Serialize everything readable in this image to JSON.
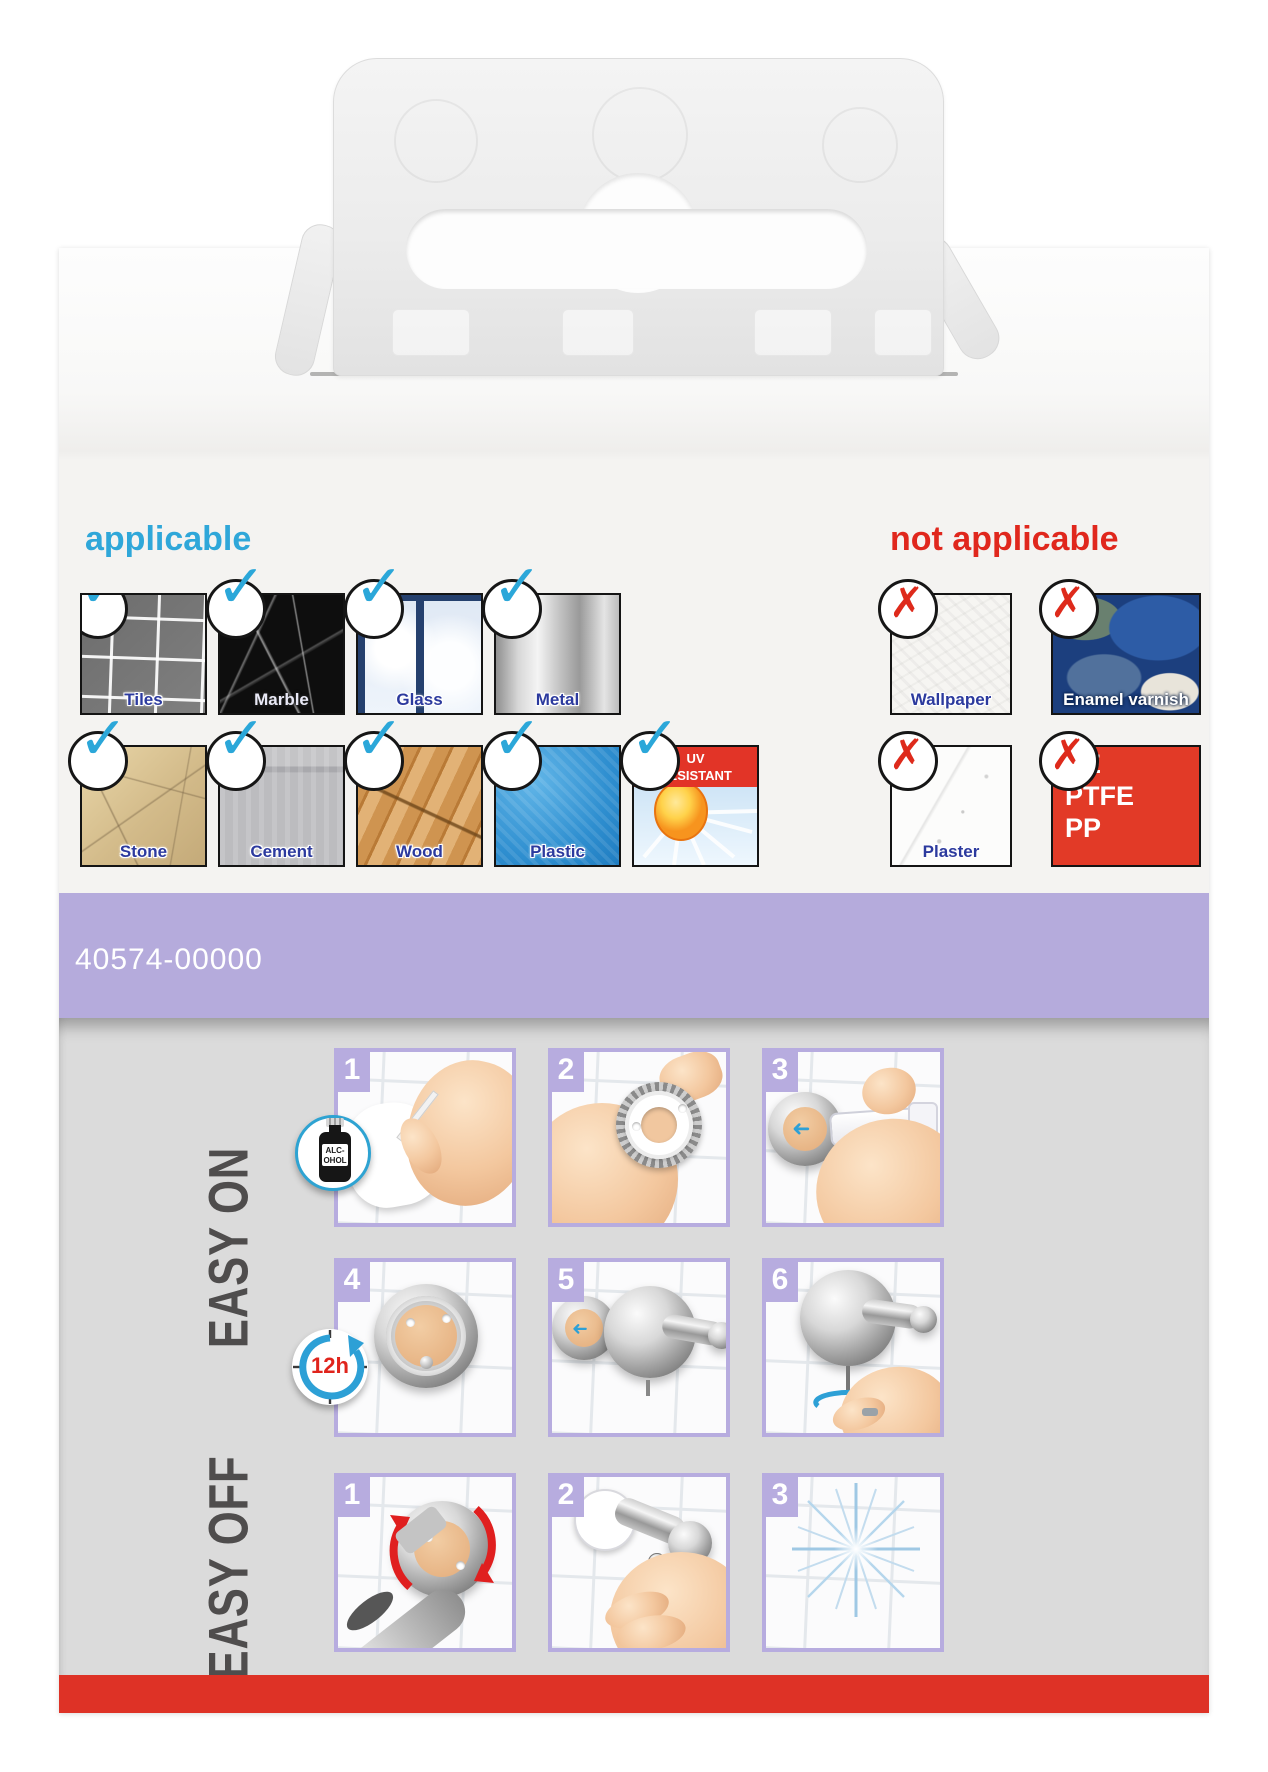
{
  "surfaces": {
    "applicable_title": "applicable",
    "not_applicable_title": "not applicable",
    "applicable": [
      "Tiles",
      "Marble",
      "Glass",
      "Metal",
      "Stone",
      "Cement",
      "Wood",
      "Plastic"
    ],
    "uv_badge": [
      "UV",
      "RESISTANT"
    ],
    "not_applicable": [
      "Wallpaper",
      "Enamel varnish",
      "Plaster"
    ],
    "pe_lines": [
      "PE",
      "PTFE",
      "PP"
    ]
  },
  "sku": "40574-00000",
  "instructions": {
    "easy_on": {
      "label": "EASY ON",
      "step_numbers": [
        "1",
        "2",
        "3",
        "4",
        "5",
        "6"
      ],
      "alcohol_icon_lines": [
        "ALC-",
        "OHOL"
      ],
      "cure_time": "12h"
    },
    "easy_off": {
      "label": "EASY OFF",
      "step_numbers": [
        "1",
        "2",
        "3"
      ]
    }
  },
  "colors": {
    "accent_cyan": "#2fa7d9",
    "alert_red": "#de3226",
    "band_lavender": "#b5abdc",
    "panel_frame": "#b7acdf",
    "label_blue": "#2c3a9e"
  }
}
